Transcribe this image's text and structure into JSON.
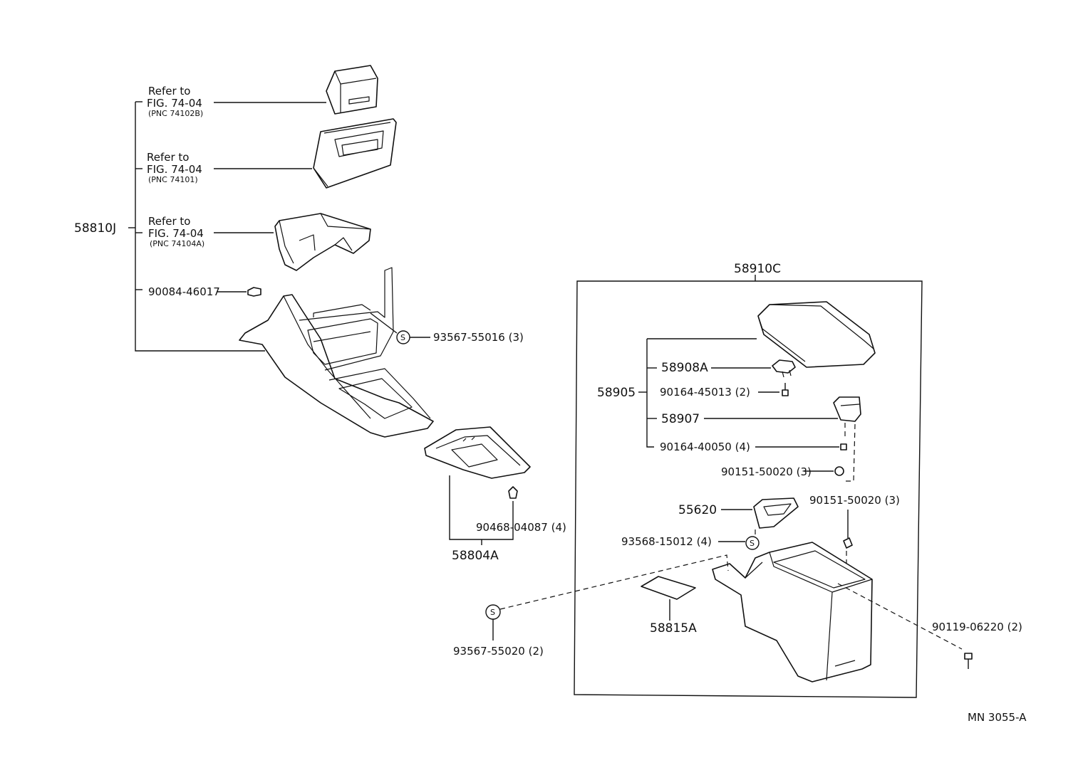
{
  "diagram": {
    "code": "MN  3055-A",
    "refs": [
      {
        "refer": "Refer to",
        "fig": "FIG. 74-04",
        "pnc": "(PNC 74102B)"
      },
      {
        "refer": "Refer to",
        "fig": "FIG. 74-04",
        "pnc": "(PNC 74101)"
      },
      {
        "refer": "Refer to",
        "fig": "FIG. 74-04",
        "pnc": "(PNC 74104A)"
      }
    ],
    "parts": {
      "p58810J": "58810J",
      "p90084": "90084-46017",
      "p93567_55016": "93567-55016 (3)",
      "p90468": "90468-04087 (4)",
      "p58804A": "58804A",
      "p58910C": "58910C",
      "p58908A": "58908A",
      "p58905": "58905",
      "p90164_45013": "90164-45013 (2)",
      "p58907": "58907",
      "p90164_40050": "90164-40050 (4)",
      "p90151_a": "90151-50020 (3)",
      "p90151_b": "90151-50020 (3)",
      "p55620": "55620",
      "p93568": "93568-15012 (4)",
      "p58815A": "58815A",
      "p93567_55020": "93567-55020 (2)",
      "p90119": "90119-06220 (2)"
    },
    "symbols": {
      "s": "S"
    }
  }
}
